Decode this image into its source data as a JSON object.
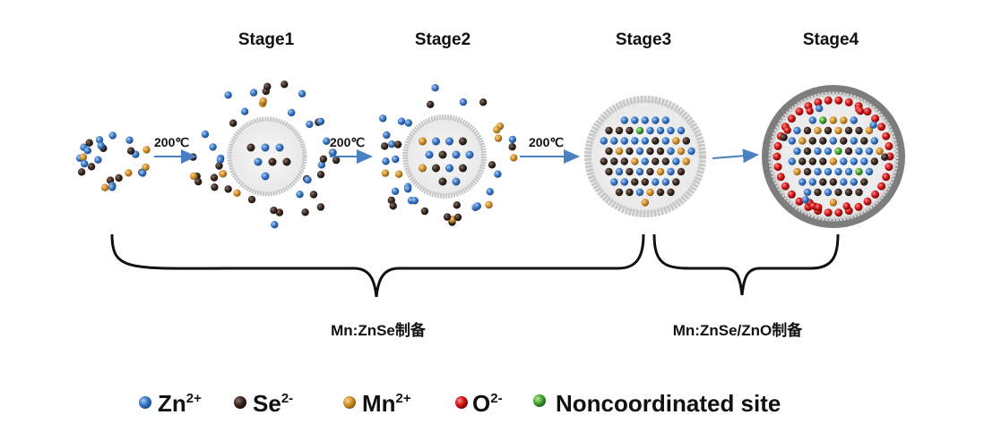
{
  "stages": [
    {
      "title": "Stage1"
    },
    {
      "title": "Stage2"
    },
    {
      "title": "Stage3"
    },
    {
      "title": "Stage4"
    }
  ],
  "arrows": {
    "arrow1": "200℃",
    "arrow2": "200℃",
    "arrow3": "200℃"
  },
  "groups": {
    "prep_left": "Mn:ZnSe制备",
    "prep_right": "Mn:ZnSe/ZnO制备"
  },
  "legend": [
    {
      "base": "Zn",
      "sup": "2+",
      "color": "#3a78c8"
    },
    {
      "base": "Se",
      "sup": "2-",
      "color": "#3b2a22"
    },
    {
      "base": "Mn",
      "sup": "2+",
      "color": "#d4922a"
    },
    {
      "base": "O",
      "sup": "2-",
      "color": "#d21414"
    },
    {
      "base": "Noncoordinated site",
      "sup": "",
      "color": "#4aa832"
    }
  ],
  "colors": {
    "zn": "#3a78c8",
    "se": "#3b2a22",
    "mn": "#d4922a",
    "o": "#d21414",
    "noncoord": "#4aa832",
    "arrow": "#4a7fc1",
    "shell": "#c8c8c8",
    "zno_shell": "#7a7a7a"
  }
}
